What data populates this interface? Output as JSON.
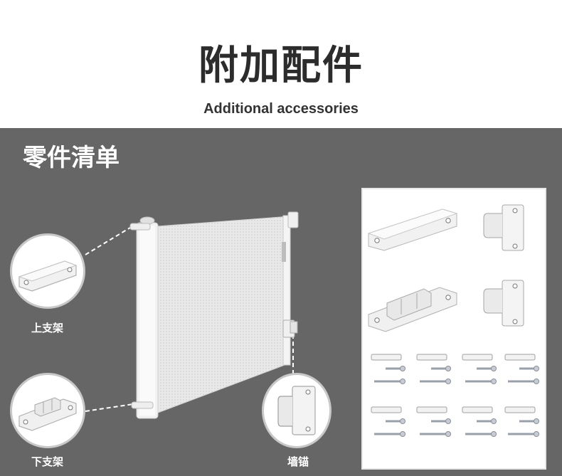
{
  "header": {
    "title_cn": "附加配件",
    "title_en": "Additional accessories"
  },
  "panel": {
    "title": "零件清单",
    "callouts": {
      "upper_bracket": "上支架",
      "lower_bracket": "下支架",
      "wall_anchor": "墙锚"
    }
  },
  "colors": {
    "panel_bg": "#666666",
    "header_bg": "#ffffff",
    "title_text": "#2c2c2c",
    "label_text": "#ffffff"
  }
}
